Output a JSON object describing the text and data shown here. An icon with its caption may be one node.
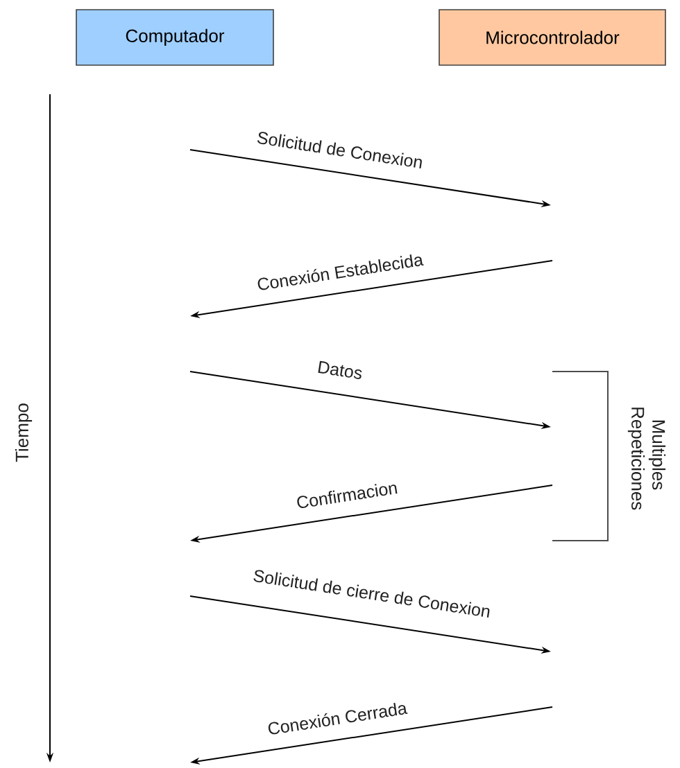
{
  "diagram": {
    "nodes": [
      {
        "text": [
          "Computador"
        ]
      },
      {
        "text": [
          "Microcontrolador"
        ]
      }
    ],
    "labels": [
      "Solicitud de Conexion",
      "Conexión Establecida",
      "Datos",
      "Tiempo",
      "Multiples Repeticiones",
      "Confirmacion",
      "Solicitud de cierre de Conexion",
      "Conexión Cerrada"
    ]
  }
}
